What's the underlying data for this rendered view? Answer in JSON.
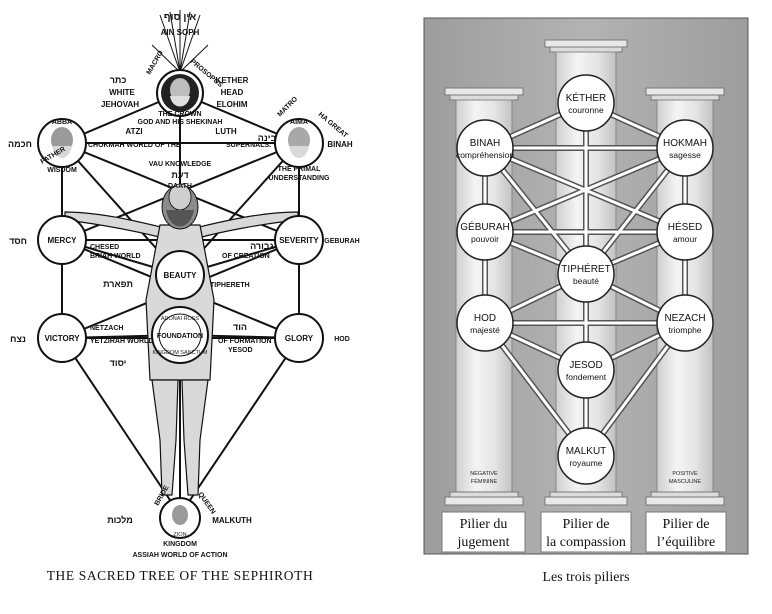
{
  "left": {
    "caption": "THE SACRED TREE OF THE SEPHIROTH",
    "top": {
      "hebrew": "אין סוף",
      "label": "AIN SOPH"
    },
    "kether": {
      "text": "KETHER",
      "sub": "HEAD",
      "elohim": "ELOHIM",
      "kether_heb": "כתר",
      "white": "WHITE",
      "jehovah": "JEHOVAH",
      "macro": "MACRO",
      "prosopus": "PROSOPUS",
      "the_crown": "THE CROWN",
      "godhead": "GOD AND HIS SHEKINAH",
      "atzi": "ATZI",
      "luth": "LUTH",
      "chokmah_world": "CHOKMAH WORLD OF THE",
      "supernals": "SUPERNALS."
    },
    "abba": {
      "name": "ABBA",
      "father": "FATHER",
      "wisdom": "WISDOM",
      "heb": "חכמה"
    },
    "aima": {
      "name": "AIMA",
      "great": "HA GREAT",
      "matro": "MATRO",
      "binah": "BINAH",
      "understanding": "UNDERSTANDING",
      "primal": "THE PRIMAL",
      "heb": "בינה"
    },
    "daath": {
      "vau": "VAU KNOWLEDGE",
      "heb": "דעת",
      "label": "DAATH"
    },
    "mercy": {
      "label": "MERCY",
      "heb": "חסד",
      "chesed": "CHESED",
      "briah": "BRIAH WORLD",
      "creation": "OF CREATION"
    },
    "severity": {
      "label": "SEVERITY",
      "heb": "גבורה",
      "geburah": "GEBURAH"
    },
    "beauty": {
      "label": "BEAUTY",
      "heb": "תפארת",
      "tiphereth": "TIPHERETH"
    },
    "victory": {
      "label": "VICTORY",
      "heb": "נצח",
      "netzach": "NETZACH",
      "yetzirah": "YETZIRAH WORLD",
      "formation": "OF FORMATION"
    },
    "glory": {
      "label": "GLORY",
      "heb": "הוד",
      "hod": "HOD"
    },
    "foundation": {
      "label": "FOUNDATION",
      "heb": "יסוד",
      "yesod": "YESOD",
      "ring_a": "ADONAI ROSS",
      "ring_b": "KINGDOM SANCTUM"
    },
    "malkuth": {
      "label": "MALKUTH",
      "heb": "מלכות",
      "bride": "BRIDE",
      "queen": "QUEEN",
      "kingdom": "KINGDOM",
      "zion": "ZION",
      "assiah": "ASSIAH WORLD OF ACTION"
    }
  },
  "right": {
    "caption": "Les trois piliers",
    "nodes": [
      {
        "title": "KÉTHER",
        "sub": "couronne"
      },
      {
        "title": "BINAH",
        "sub": "compréhension"
      },
      {
        "title": "HOKMAH",
        "sub": "sagesse"
      },
      {
        "title": "GÉBURAH",
        "sub": "pouvoir"
      },
      {
        "title": "HÉSED",
        "sub": "amour"
      },
      {
        "title": "TIPHÉRET",
        "sub": "beauté"
      },
      {
        "title": "HOD",
        "sub": "majesté"
      },
      {
        "title": "NEZACH",
        "sub": "triomphe"
      },
      {
        "title": "JESOD",
        "sub": "fondement"
      },
      {
        "title": "MALKUT",
        "sub": "royaume"
      }
    ],
    "pillar_tags": {
      "left_a": "NÉGATIVE",
      "left_b": "FÉMININE",
      "right_a": "POSITIVE",
      "right_b": "MASCULINE"
    },
    "pillars": [
      {
        "line1": "Pilier du",
        "line2": "jugement"
      },
      {
        "line1": "Pilier de",
        "line2": "la compassion"
      },
      {
        "line1": "Pilier de",
        "line2": "l’équilibre"
      }
    ]
  }
}
